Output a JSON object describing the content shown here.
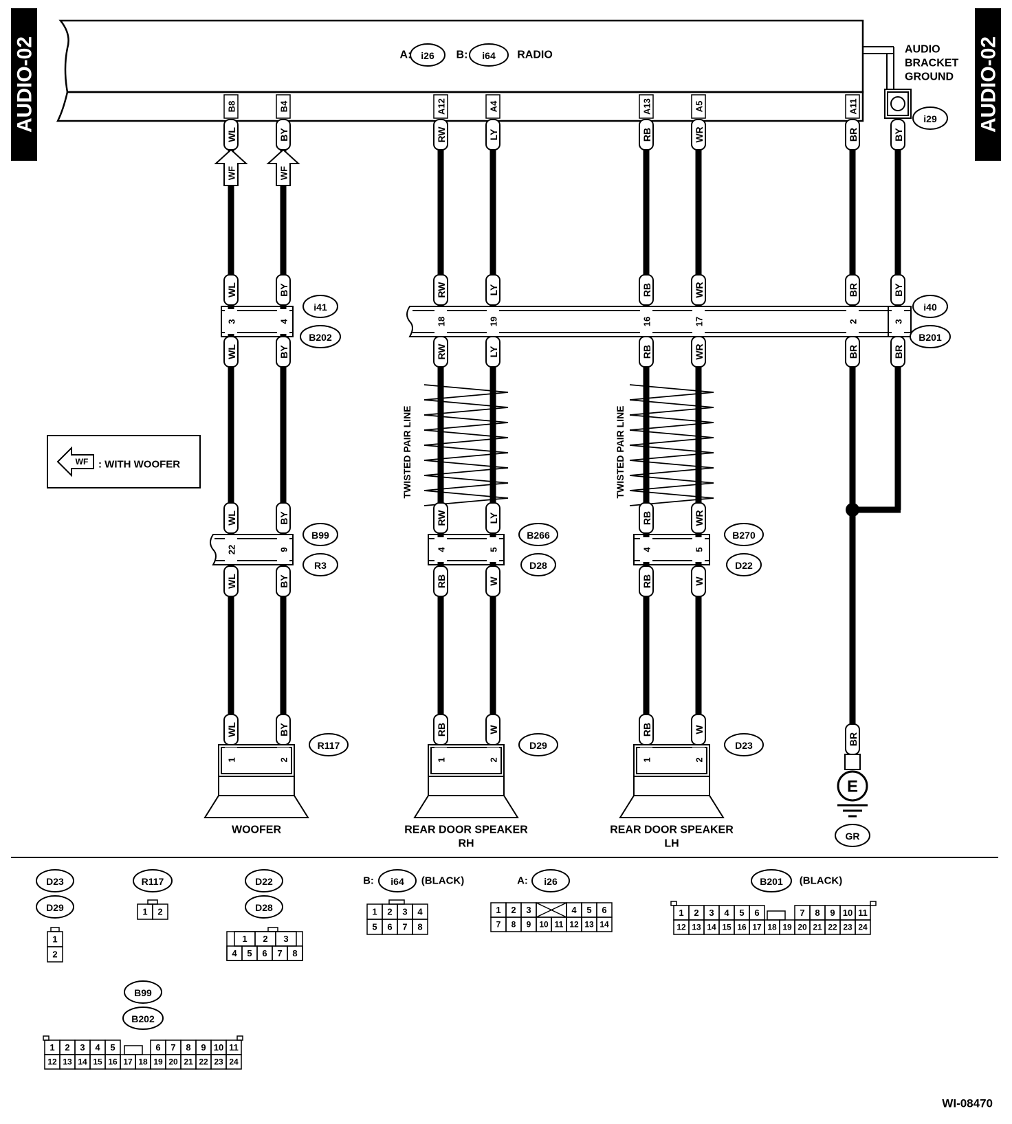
{
  "side_label_left": "AUDIO-02",
  "side_label_right": "AUDIO-02",
  "radio": {
    "a_prefix": "A:",
    "a_conn": "i26",
    "b_prefix": "B:",
    "b_conn": "i64",
    "label": "RADIO"
  },
  "audio_ground": {
    "label_lines": [
      "AUDIO",
      "BRACKET",
      "GROUND"
    ],
    "conn": "i29",
    "wire": "BY"
  },
  "wires": [
    {
      "id": "w1",
      "pin": "B8",
      "top": "WL",
      "wf": true,
      "i41": "WL",
      "b202": "WL",
      "b99": "WL",
      "r3": "WL",
      "end": "WL"
    },
    {
      "id": "w2",
      "pin": "B4",
      "top": "BY",
      "wf": true,
      "i41": "BY",
      "b202": "BY",
      "b99": "BY",
      "r3": "BY",
      "end": "BY"
    },
    {
      "id": "w3",
      "pin": "A12",
      "top": "RW",
      "i40": "RW",
      "b201": "RW",
      "b266": "RW",
      "d28": "RB",
      "end": "RB"
    },
    {
      "id": "w4",
      "pin": "A4",
      "top": "LY",
      "i40": "LY",
      "b201": "LY",
      "b266": "LY",
      "d28": "W",
      "end": "W"
    },
    {
      "id": "w5",
      "pin": "A13",
      "top": "RB",
      "i40": "RB",
      "b201": "RB",
      "b270": "RB",
      "d22": "RB",
      "end": "RB"
    },
    {
      "id": "w6",
      "pin": "A5",
      "top": "WR",
      "i40": "WR",
      "b201": "WR",
      "b270": "WR",
      "d22": "W",
      "end": "W"
    },
    {
      "id": "w7",
      "pin": "A11",
      "top": "BR",
      "i40": "BR",
      "b201": "BR",
      "end": "BR"
    },
    {
      "id": "w8",
      "top": "BY",
      "i40": "BY",
      "b201": "BR"
    }
  ],
  "wf_label": "WF",
  "legend": {
    "symbol": "WF",
    "text": ": WITH WOOFER"
  },
  "twisted_label": "TWISTED PAIR LINE",
  "connectors": {
    "i41": {
      "name": "i41",
      "pins": [
        "3",
        "4"
      ]
    },
    "b202": {
      "name": "B202"
    },
    "i40": {
      "name": "i40",
      "pins": [
        "18",
        "19",
        "16",
        "17",
        "2",
        "3"
      ]
    },
    "b201": {
      "name": "B201"
    },
    "b99": {
      "name": "B99",
      "pins": [
        "22",
        "9"
      ]
    },
    "r3": {
      "name": "R3"
    },
    "b266": {
      "name": "B266",
      "pins": [
        "4",
        "5"
      ]
    },
    "d28": {
      "name": "D28"
    },
    "b270": {
      "name": "B270",
      "pins": [
        "4",
        "5"
      ]
    },
    "d22": {
      "name": "D22"
    },
    "r117": {
      "name": "R117",
      "pins": [
        "1",
        "2"
      ]
    },
    "d29": {
      "name": "D29",
      "pins": [
        "1",
        "2"
      ]
    },
    "d23": {
      "name": "D23",
      "pins": [
        "1",
        "2"
      ]
    }
  },
  "components": {
    "woofer": {
      "lines": [
        "WOOFER"
      ]
    },
    "rear_rh": {
      "lines": [
        "REAR DOOR SPEAKER",
        "RH"
      ]
    },
    "rear_lh": {
      "lines": [
        "REAR DOOR SPEAKER",
        "LH"
      ]
    },
    "ground": {
      "symbol": "E",
      "conn": "GR"
    }
  },
  "bottom_connectors": {
    "d23_d29": {
      "names": [
        "D23",
        "D29"
      ],
      "rows": [
        [
          "1"
        ],
        [
          "2"
        ]
      ]
    },
    "r117": {
      "names": [
        "R117"
      ],
      "rows": [
        [
          "1",
          "2"
        ]
      ]
    },
    "d22_d28": {
      "names": [
        "D22",
        "D28"
      ],
      "rows": [
        [
          "1",
          "2",
          "3"
        ],
        [
          "4",
          "5",
          "6",
          "7",
          "8"
        ]
      ]
    },
    "i64": {
      "prefix": "B:",
      "name": "i64",
      "color": "(BLACK)",
      "rows": [
        [
          "1",
          "2",
          "3",
          "4"
        ],
        [
          "5",
          "6",
          "7",
          "8"
        ]
      ]
    },
    "i26": {
      "prefix": "A:",
      "name": "i26",
      "rows": [
        [
          "1",
          "2",
          "3",
          "4",
          "5",
          "6"
        ],
        [
          "7",
          "8",
          "9",
          "10",
          "11",
          "12",
          "13",
          "14"
        ]
      ]
    },
    "b201": {
      "name": "B201",
      "color": "(BLACK)",
      "rows": [
        [
          "1",
          "2",
          "3",
          "4",
          "5",
          "6",
          "7",
          "8",
          "9",
          "10",
          "11"
        ],
        [
          "12",
          "13",
          "14",
          "15",
          "16",
          "17",
          "18",
          "19",
          "20",
          "21",
          "22",
          "23",
          "24"
        ]
      ]
    },
    "b99_b202": {
      "names": [
        "B99",
        "B202"
      ],
      "rows": [
        [
          "1",
          "2",
          "3",
          "4",
          "5",
          "6",
          "7",
          "8",
          "9",
          "10",
          "11"
        ],
        [
          "12",
          "13",
          "14",
          "15",
          "16",
          "17",
          "18",
          "19",
          "20",
          "21",
          "22",
          "23",
          "24"
        ]
      ]
    }
  },
  "figure_id": "WI-08470"
}
